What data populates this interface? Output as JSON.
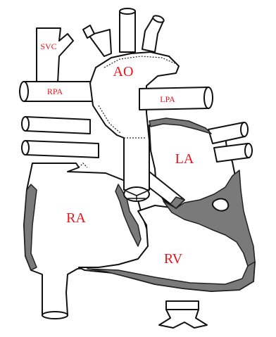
{
  "labels": {
    "svc": "SVC",
    "rpa": "RPA",
    "ao": "AO",
    "lpa": "LPA",
    "la": "LA",
    "ra": "RA",
    "rv": "RV"
  },
  "colors": {
    "label": "#e8141c",
    "line": "#111111",
    "muscle": "#7a7a7a",
    "background": "#ffffff"
  }
}
